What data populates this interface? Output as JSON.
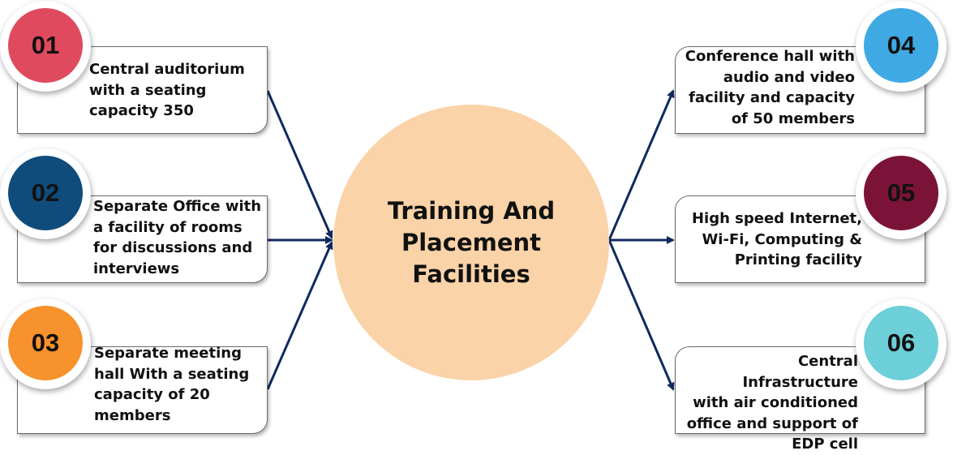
{
  "center": {
    "title": "Training And\nPlacement\nFacilities"
  },
  "colors": {
    "hub_fill": "#fbd3a8",
    "connector": "#102a5e",
    "badge_01": "#e04a5e",
    "badge_02": "#0f4c7c",
    "badge_03": "#f7922c",
    "badge_04": "#3fa9e4",
    "badge_05": "#7a1337",
    "badge_06": "#6dcfd8"
  },
  "items": [
    {
      "number": "01",
      "text": "Central auditorium\nwith a seating\ncapacity 350",
      "side": "left"
    },
    {
      "number": "02",
      "text": "Separate Office with\na facility of rooms\nfor discussions and\ninterviews",
      "side": "left"
    },
    {
      "number": "03",
      "text": "Separate meeting\nhall With a seating\ncapacity of 20\nmembers",
      "side": "left"
    },
    {
      "number": "04",
      "text": "Conference hall with\naudio and video\nfacility and capacity\nof 50 members",
      "side": "right"
    },
    {
      "number": "05",
      "text": "High speed Internet,\nWi-Fi, Computing &\nPrinting facility",
      "side": "right"
    },
    {
      "number": "06",
      "text": "Central Infrastructure\nwith air conditioned\noffice and support of\nEDP cell",
      "side": "right"
    }
  ]
}
